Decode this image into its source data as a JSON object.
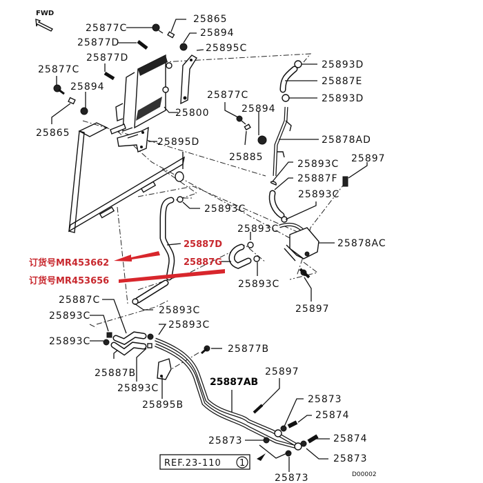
{
  "diagram": {
    "fwd_label": "FWD",
    "diagram_code": "D00002",
    "reference": {
      "label": "REF.23-110",
      "circle_number": "1"
    },
    "order_annotations": [
      {
        "label": "订货号MR453662",
        "target": "25887D"
      },
      {
        "label": "订货号MR453656",
        "target": "25887G"
      }
    ],
    "highlight_color": "#c8282e",
    "parts": {
      "p25877C_top": "25877C",
      "p25865_top": "25865",
      "p25894_top": "25894",
      "p25877D_a": "25877D",
      "p25895C": "25895C",
      "p25877D_b": "25877D",
      "p25877C_left": "25877C",
      "p25894_left": "25894",
      "p25865_left": "25865",
      "p25800": "25800",
      "p25895D": "25895D",
      "p25893D_a": "25893D",
      "p25887E": "25887E",
      "p25893D_b": "25893D",
      "p25877C_mid": "25877C",
      "p25894_mid": "25894",
      "p25885": "25885",
      "p25878AD": "25878AD",
      "p25893C_r1": "25893C",
      "p25887F": "25887F",
      "p25897_r": "25897",
      "p25893C_r2": "25893C",
      "p25893C_m1": "25893C",
      "p25893C_m2": "25893C",
      "p25878AC": "25878AC",
      "p25887D": "25887D",
      "p25887G": "25887G",
      "p25893C_m3": "25893C",
      "p25897_m": "25897",
      "p25887C": "25887C",
      "p25893C_l1": "25893C",
      "p25893C_l2": "25893C",
      "p25893C_l3": "25893C",
      "p25893C_l4": "25893C",
      "p25887B": "25887B",
      "p25893C_l5": "25893C",
      "p25895B": "25895B",
      "p25877B": "25877B",
      "p25887AB": "25887AB",
      "p25897_b": "25897",
      "p25873_a": "25873",
      "p25874_a": "25874",
      "p25873_b": "25873",
      "p25874_b": "25874",
      "p25873_c": "25873",
      "p25873_d": "25873"
    }
  }
}
